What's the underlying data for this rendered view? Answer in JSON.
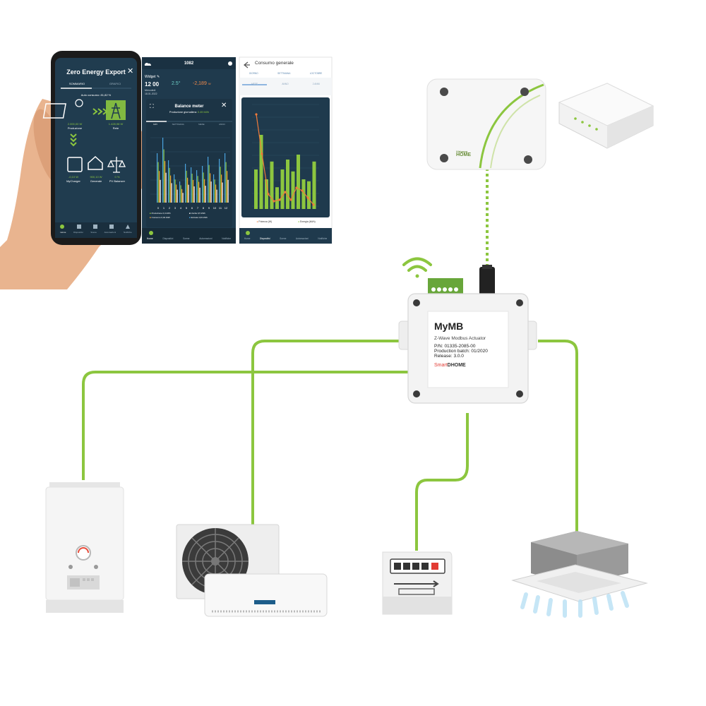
{
  "phone": {
    "title": "Zero Energy Export",
    "tabs": [
      "SOMMARIO",
      "GRAFICI"
    ],
    "auto_consumo": "Auto consumo: 81,82 %",
    "production_value": "2.000,00 W",
    "production_label": "Produzione",
    "grid_value": "1.428,98 W",
    "grid_label": "Rete",
    "items": [
      {
        "value": "-0,10 W",
        "label": "MyCharger"
      },
      {
        "value": "900,10 W",
        "label": "Generale"
      },
      {
        "value": "0 %",
        "label": "PV Balancer"
      }
    ],
    "nav": [
      "Home",
      "Dispositivi",
      "Scene",
      "Automazioni",
      "Notifiche"
    ]
  },
  "screen2": {
    "header_title": "1082",
    "widget_label": "Widget",
    "time": "12 00",
    "temp": "2.5°",
    "power": "-2,189",
    "power_unit": "W",
    "day": "Mercoledì",
    "date": "18.01.2022",
    "balance_title": "Balance meter",
    "balance_subtitle": "Produzione giornaliera:",
    "balance_value": "0.49 kWh",
    "tabs": [
      "DAY",
      "SETTIMANA",
      "MESE",
      "ANNO"
    ],
    "legend": [
      "Produzione 0,4 kWh",
      "Uscita 0,5 kWh",
      "Consumo 0,02 kWh",
      "Entrata 4,93 kWh"
    ],
    "x_labels": [
      "0",
      "1",
      "2",
      "3",
      "4",
      "5",
      "6",
      "7",
      "8",
      "9",
      "10",
      "11",
      "12"
    ],
    "nav": [
      "Home",
      "Dispositivi",
      "Scene",
      "Automazioni",
      "Notifiche"
    ]
  },
  "screen3": {
    "header_title": "Consumo generale",
    "tabs_row1": [
      "GIORNO",
      "SETTIMANA",
      "LOCTOBRE"
    ],
    "tabs_row2": [
      "MESE",
      "ANNO",
      "2 ANNI"
    ],
    "legend": [
      "Potenza (W)",
      "Energia (kWh)"
    ],
    "nav": [
      "Home",
      "Dispositivi",
      "Scene",
      "Automazioni",
      "Notifiche"
    ]
  },
  "gateway": {
    "brand_line1": "Virtuoso",
    "brand_line2": "HOME"
  },
  "mymb": {
    "title": "MyMB",
    "subtitle": "Z-Wave Modbus Actuator",
    "pn": "P/N: 01335-2085-00",
    "batch": "Production batch: 01/2020",
    "release": "Release: 3.0.0",
    "brand_a": "Smart",
    "brand_b": "DHOME"
  },
  "colors": {
    "accent": "#8cc63f",
    "app_dark": "#1f3a4d",
    "device_white": "#f1f1f1"
  }
}
